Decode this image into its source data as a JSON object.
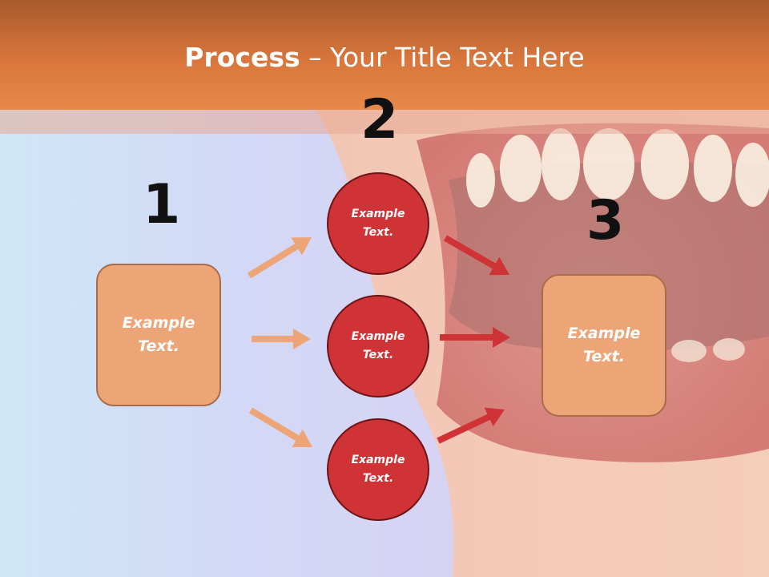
{
  "title": {
    "bold": "Process",
    "rest": " – Your Title Text Here"
  },
  "steps": [
    {
      "number": "1",
      "items": [
        "Example Text."
      ]
    },
    {
      "number": "2",
      "items": [
        "Example Text.",
        "Example Text.",
        "Example Text."
      ]
    },
    {
      "number": "3",
      "items": [
        "Example Text."
      ]
    }
  ],
  "colors": {
    "header": "#d8763c",
    "box_fill": "#eda577",
    "circle_fill": "#d03336",
    "left_arrow": "#eda577",
    "right_arrow": "#d03336"
  }
}
